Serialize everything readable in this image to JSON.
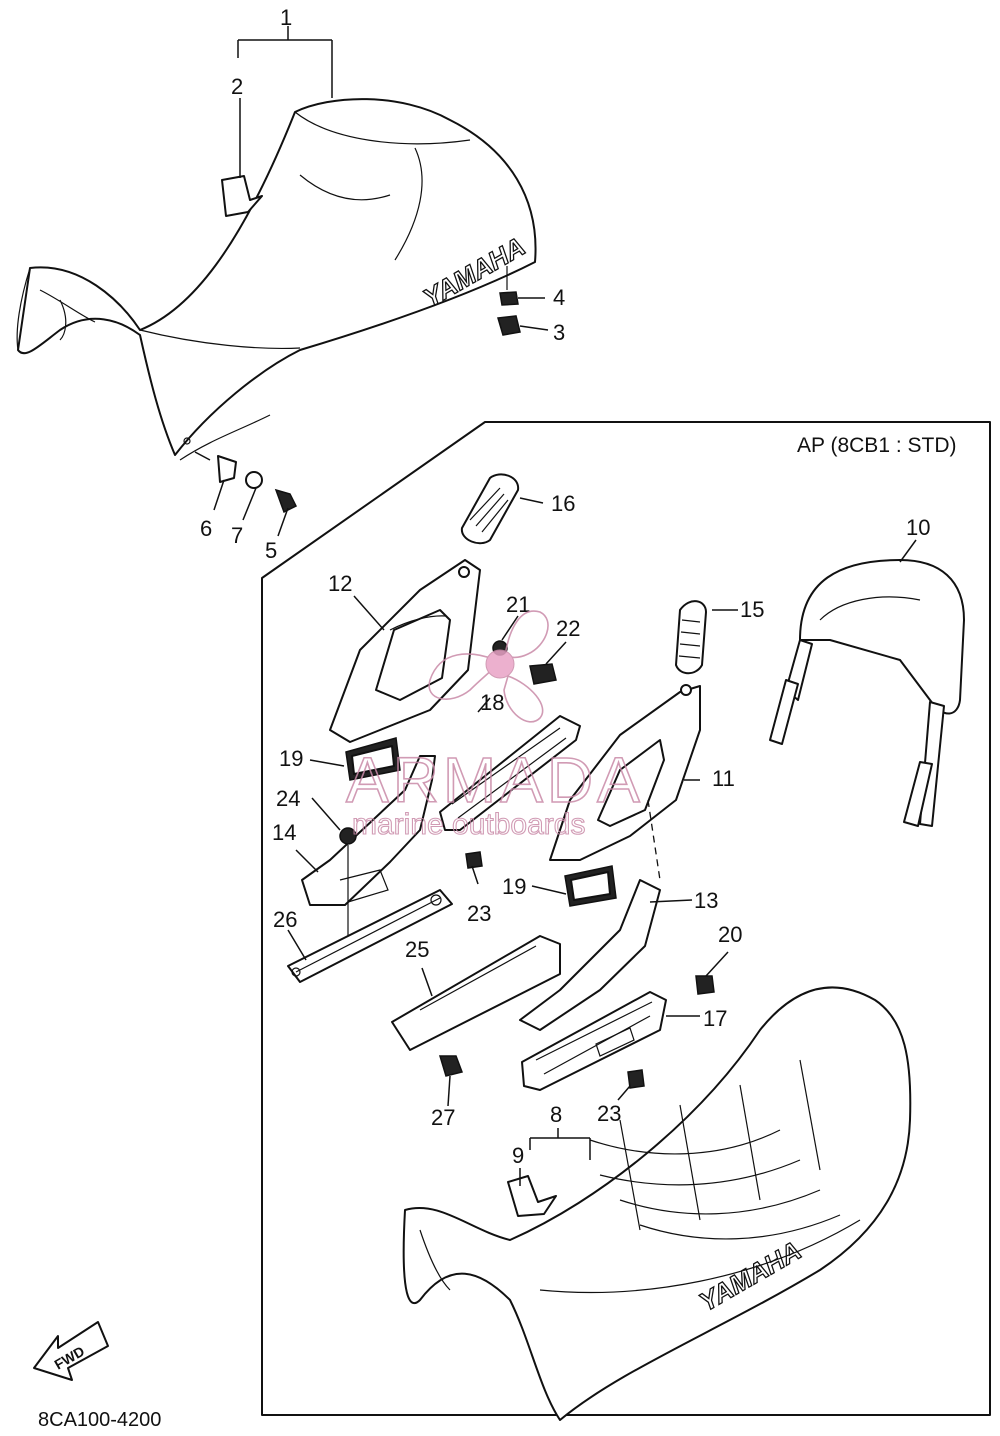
{
  "diagram": {
    "variant_label": "AP (8CB1 : STD)",
    "drawing_code": "8CA100-4200",
    "fwd_label": "FWD",
    "seat_brand_upper": "YAMAHA",
    "seat_brand_lower": "YAMAHA"
  },
  "callouts": [
    "1",
    "2",
    "3",
    "4",
    "5",
    "6",
    "7",
    "8",
    "9",
    "10",
    "11",
    "12",
    "13",
    "14",
    "15",
    "16",
    "17",
    "18",
    "19",
    "19",
    "20",
    "21",
    "22",
    "23",
    "23",
    "24",
    "25",
    "26",
    "27"
  ],
  "watermark": {
    "brand": "ARMADA",
    "tagline": "marine outboards",
    "color": "#c98aa8",
    "logo": "propeller-logo"
  }
}
